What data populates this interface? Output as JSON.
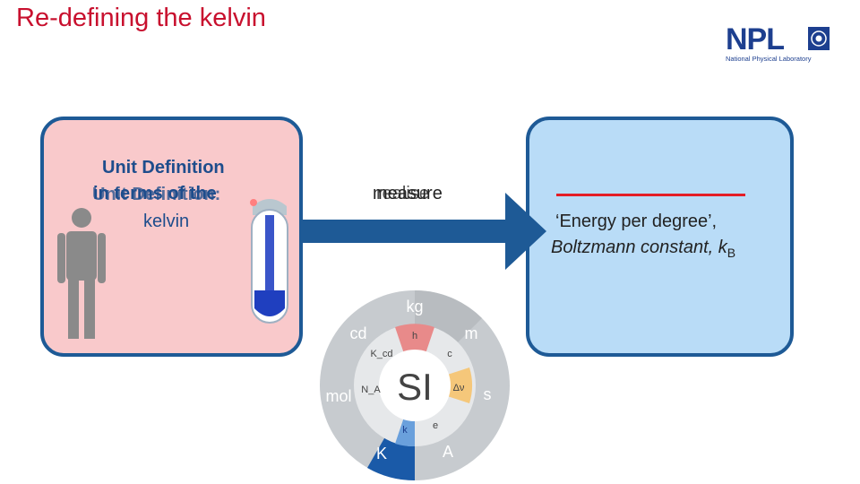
{
  "title": "Re-defining the kelvin",
  "logo": {
    "text": "NPL",
    "subtitle": "National Physical Laboratory"
  },
  "left_box": {
    "line1": "Unit Definition",
    "line2": "in terms of the",
    "line2_overlay": "Unit Definition:",
    "line3": "kelvin"
  },
  "arrow": {
    "label_a": "measure",
    "label_b": "realise"
  },
  "right_box": {
    "line1": "‘Energy per degree’,",
    "line2": "Boltzmann constant, k",
    "line2_sub": "B"
  },
  "si_wheel": {
    "center": "SI",
    "outer_units": [
      "kg",
      "m",
      "s",
      "A",
      "K",
      "mol",
      "cd"
    ],
    "inner_constants": [
      "h",
      "c",
      "Δν",
      "e",
      "k",
      "N_A",
      "K_cd"
    ],
    "highlight_colors": {
      "kelvin": "#1a5aa8",
      "boltzmann": "#6aa0dc",
      "planck": "#e88a8a",
      "cesium": "#f5c77a"
    }
  },
  "colors": {
    "title": "#c8102e",
    "box_border": "#1e5a96",
    "left_fill": "#f9c9cb",
    "right_fill": "#b9dcf7",
    "arrow": "#1e5a96"
  },
  "icons": [
    "person-icon",
    "thermometer-icon",
    "npl-logo",
    "si-units-wheel"
  ]
}
